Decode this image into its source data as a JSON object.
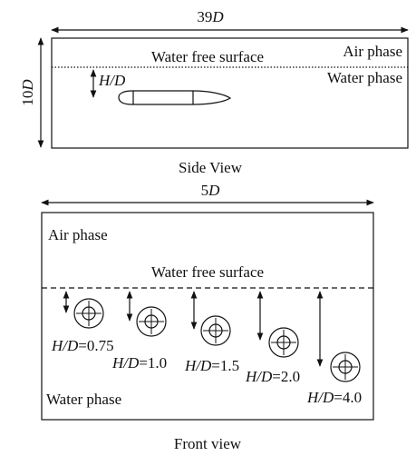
{
  "side_view": {
    "width_label_num": "39",
    "width_label_sym": "D",
    "height_label_num": "10",
    "height_label_sym": "D",
    "free_surface_label": "Water free surface",
    "air_phase_label": "Air phase",
    "water_phase_label": "Water phase",
    "depth_label": "H/D",
    "caption": "Side View"
  },
  "front_view": {
    "width_label_num": "5",
    "width_label_sym": "D",
    "air_phase_label": "Air phase",
    "free_surface_label": "Water free surface",
    "water_phase_label": "Water phase",
    "caption": "Front view",
    "cases": [
      {
        "label_sym": "H/D",
        "label_val": "=0.75",
        "depth": 0.75
      },
      {
        "label_sym": "H/D",
        "label_val": "=1.0",
        "depth": 1.0
      },
      {
        "label_sym": "H/D",
        "label_val": "=1.5",
        "depth": 1.5
      },
      {
        "label_sym": "H/D",
        "label_val": "=2.0",
        "depth": 2.0
      },
      {
        "label_sym": "H/D",
        "label_val": "=4.0",
        "depth": 4.0
      }
    ]
  },
  "colors": {
    "line": "#111111"
  }
}
